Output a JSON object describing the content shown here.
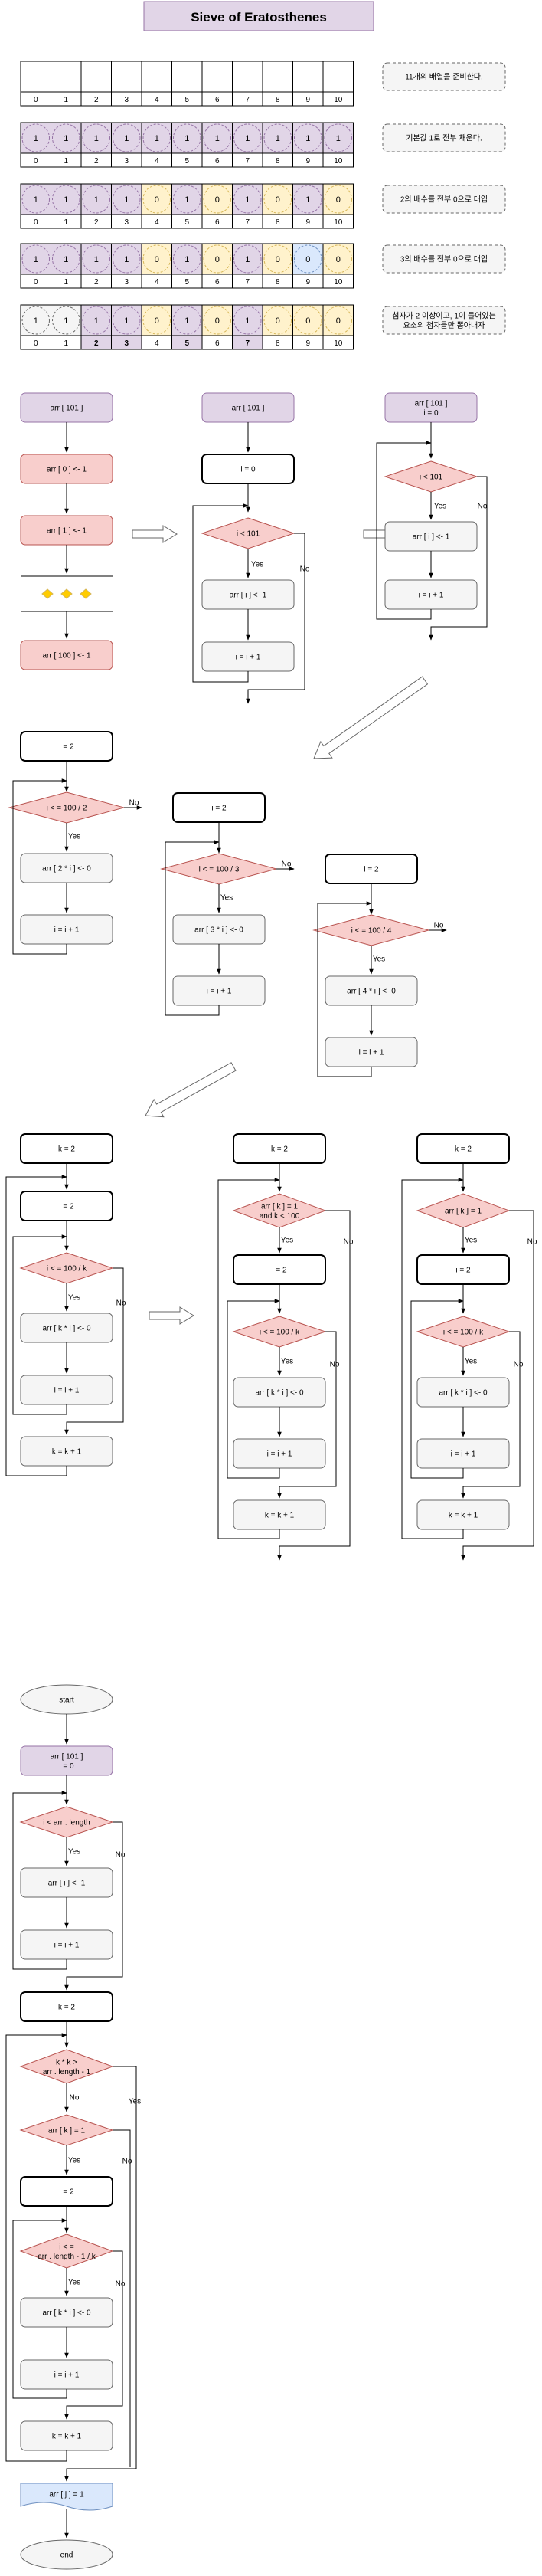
{
  "title": "Sieve of Eratosthenes",
  "colors": {
    "purple": "#e1d5e7",
    "purple_stroke": "#9673a6",
    "red": "#f8cecc",
    "red_stroke": "#b85450",
    "yellow": "#fff2cc",
    "yellow_stroke": "#d6b656",
    "blue": "#dae8fc",
    "blue_stroke": "#6c8ebf",
    "gray": "#f5f5f5",
    "gray_stroke": "#666666"
  },
  "arrays": {
    "indices": [
      "0",
      "1",
      "2",
      "3",
      "4",
      "5",
      "6",
      "7",
      "8",
      "9",
      "10"
    ],
    "rows": [
      {
        "values": [
          "",
          "",
          "",
          "",
          "",
          "",
          "",
          "",
          "",
          "",
          ""
        ],
        "fills": [
          "n",
          "n",
          "n",
          "n",
          "n",
          "n",
          "n",
          "n",
          "n",
          "n",
          "n"
        ],
        "note": "11개의 배열을 준비한다.",
        "bold": []
      },
      {
        "values": [
          "1",
          "1",
          "1",
          "1",
          "1",
          "1",
          "1",
          "1",
          "1",
          "1",
          "1"
        ],
        "fills": [
          "p",
          "p",
          "p",
          "p",
          "p",
          "p",
          "p",
          "p",
          "p",
          "p",
          "p"
        ],
        "note": "기본값 1로 전부 채운다.",
        "bold": []
      },
      {
        "values": [
          "1",
          "1",
          "1",
          "1",
          "0",
          "1",
          "0",
          "1",
          "0",
          "1",
          "0"
        ],
        "fills": [
          "p",
          "p",
          "p",
          "p",
          "y",
          "p",
          "y",
          "p",
          "y",
          "p",
          "y"
        ],
        "note": "2의 배수를 전부 0으로 대입",
        "bold": []
      },
      {
        "values": [
          "1",
          "1",
          "1",
          "1",
          "0",
          "1",
          "0",
          "1",
          "0",
          "0",
          "0"
        ],
        "fills": [
          "p",
          "p",
          "p",
          "p",
          "y",
          "p",
          "y",
          "p",
          "y",
          "b",
          "y"
        ],
        "note": "3의 배수를 전부 0으로 대입",
        "bold": []
      },
      {
        "values": [
          "1",
          "1",
          "1",
          "1",
          "0",
          "1",
          "0",
          "1",
          "0",
          "0",
          "0"
        ],
        "fills": [
          "g",
          "g",
          "p",
          "p",
          "y",
          "p",
          "y",
          "p",
          "y",
          "y",
          "y"
        ],
        "note": "첨자가 2 이상이고, 1이 들어있는 요소의 첨자들만 뽑아내자",
        "bold": [
          2,
          3,
          5,
          7
        ]
      }
    ]
  },
  "labels": {
    "arr101": "arr [ 101 ]",
    "arr101_i0": [
      "arr [ 101 ]",
      "i = 0"
    ],
    "arr0": "arr [ 0 ] <- 1",
    "arr1": "arr [ 1 ] <- 1",
    "arr100": "arr [ 100 ] <- 1",
    "i0": "i = 0",
    "i_lt_101": "i < 101",
    "arri1": "arr [ i ] <- 1",
    "i_inc": "i = i + 1",
    "i2": "i = 2",
    "k2": "k = 2",
    "k_inc": "k = k + 1",
    "cond_100_2": "i < = 100 / 2",
    "cond_100_3": "i < = 100 / 3",
    "cond_100_4": "i < = 100 / 4",
    "cond_100_k": "i < = 100 / k",
    "cond_k_1": "arr [ k ] = 1",
    "cond_k_1_and": [
      "arr [ k ] = 1",
      "and k < 100"
    ],
    "a2": "arr [ 2 * i ] <- 0",
    "a3": "arr [ 3 * i ] <- 0",
    "a4": "arr [ 4 * i ] <- 0",
    "ak": "arr [ k * i ] <- 0",
    "yes": "Yes",
    "no": "No",
    "start": "start",
    "end": "end",
    "i_lt_len": "i < arr . length",
    "k_gt": [
      "k * k >",
      "arr . length - 1"
    ],
    "cond_len_k": [
      "i < =",
      "arr . length - 1 / k"
    ],
    "out": "arr [ j ] = 1"
  }
}
